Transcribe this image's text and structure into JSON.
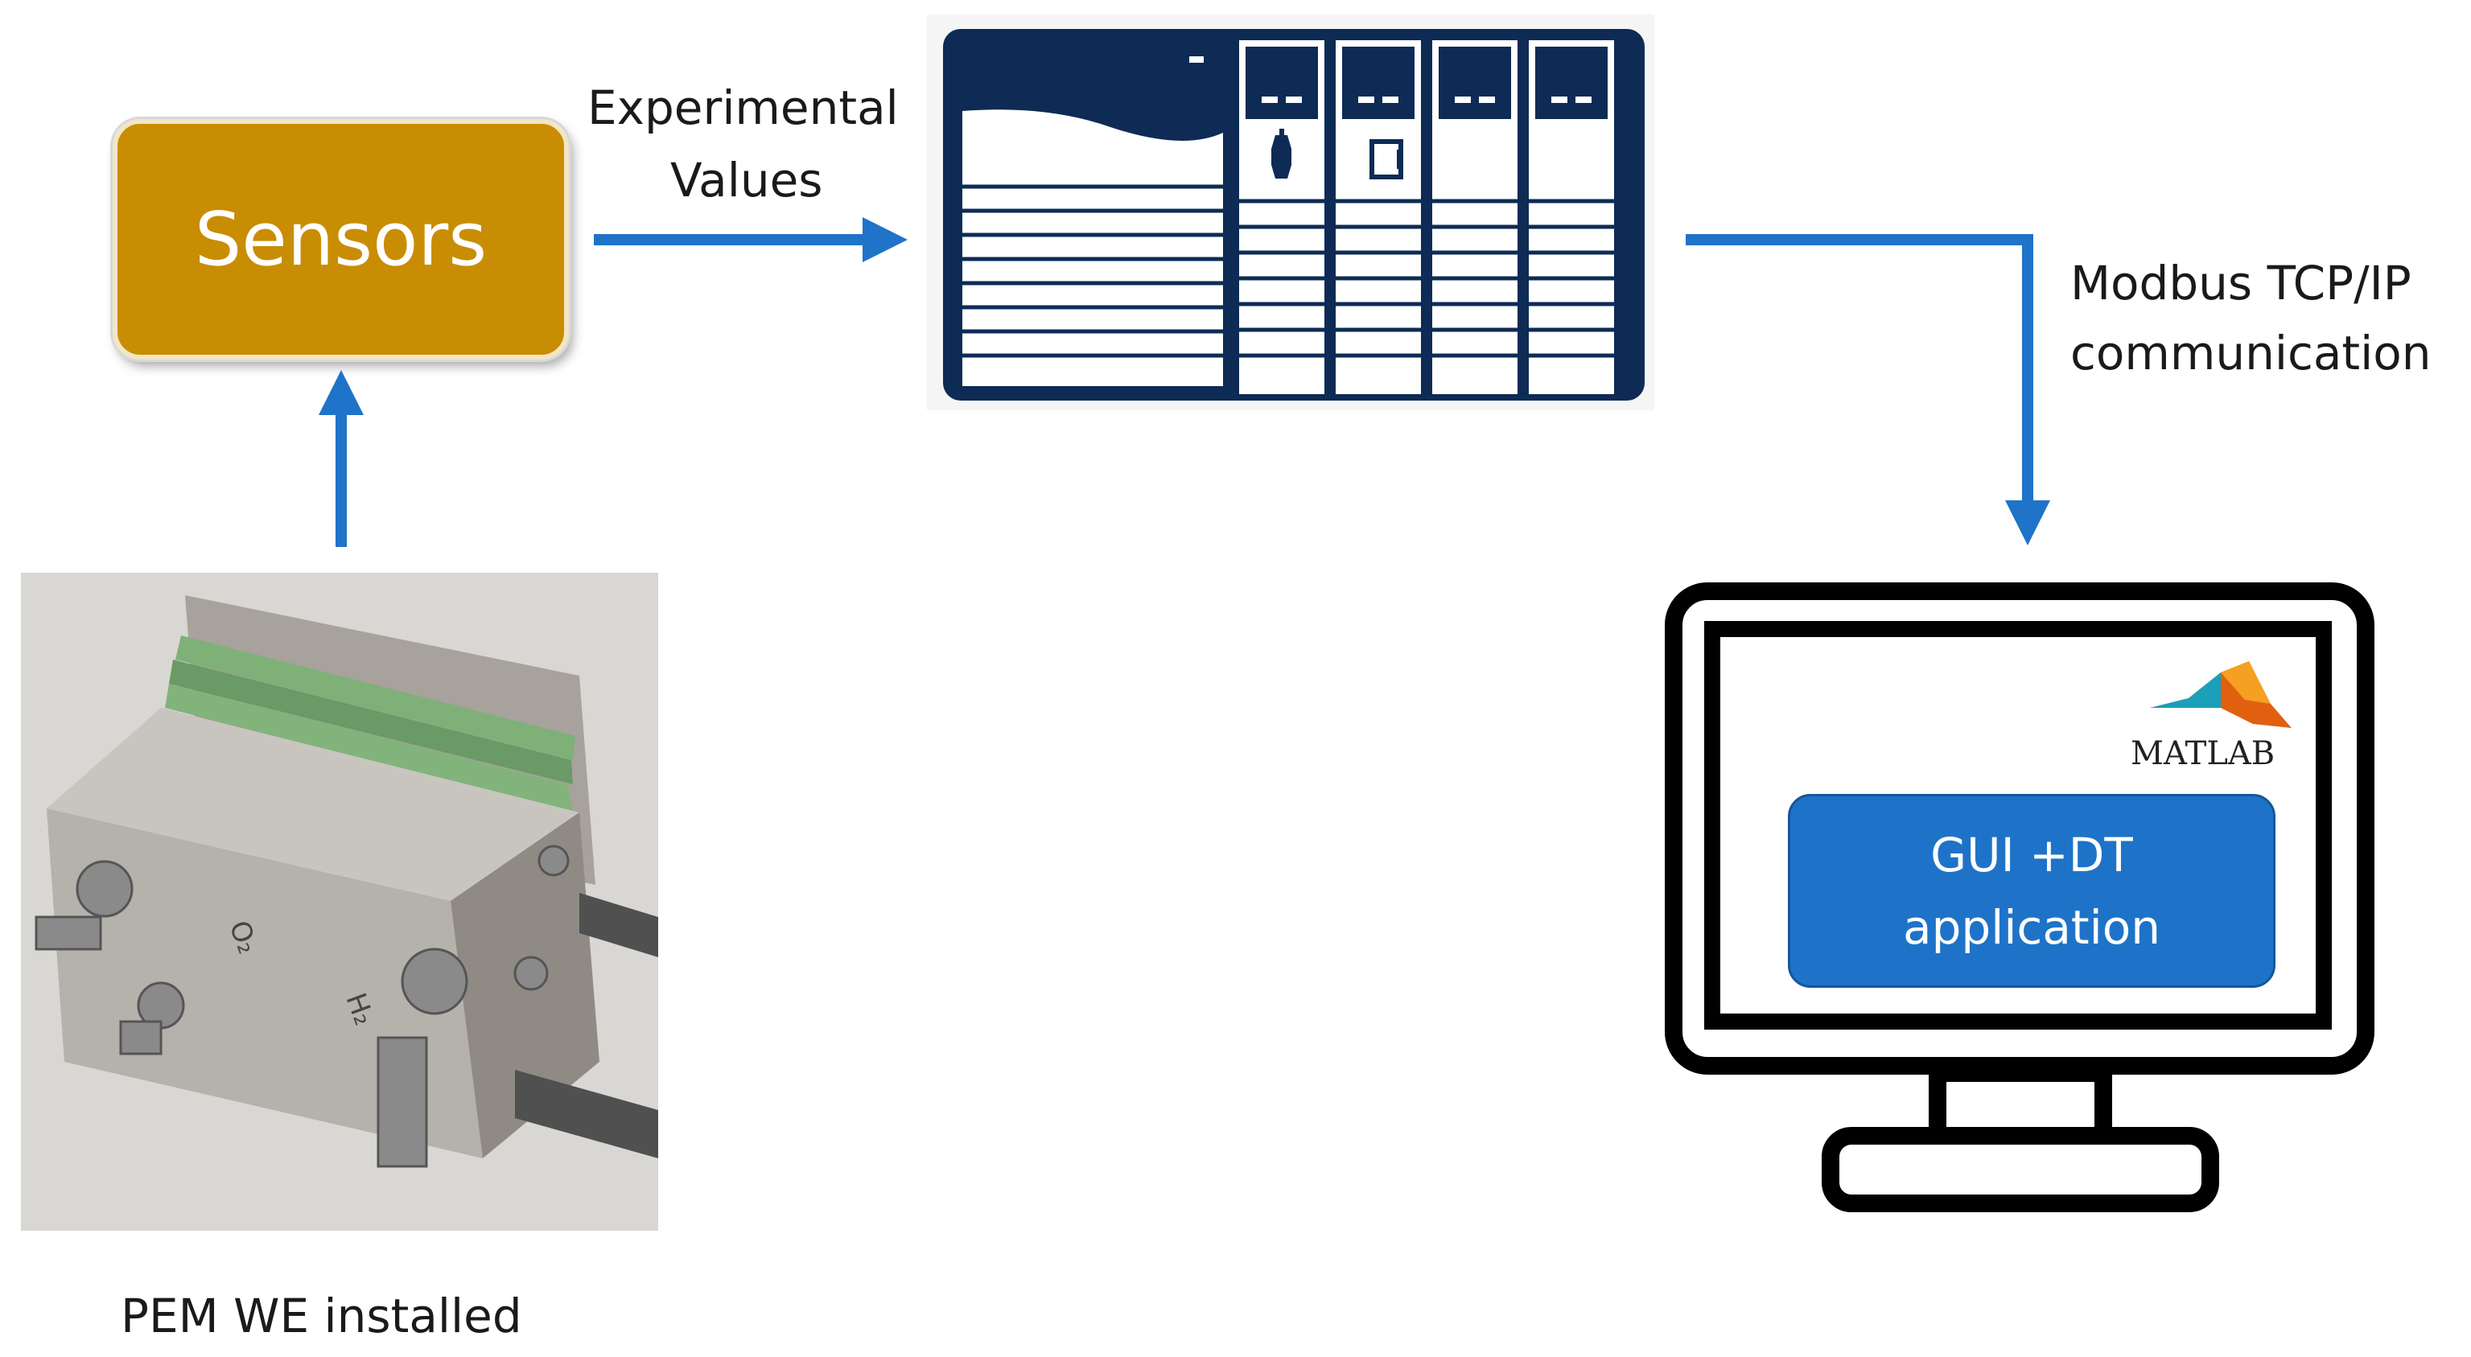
{
  "sensors": {
    "label": "Sensors"
  },
  "arrow_labels": {
    "experimental_line1": "Experimental",
    "experimental_line2": "Values",
    "modbus_line1": "Modbus TCP/IP",
    "modbus_line2": "communication"
  },
  "plc": {
    "module_marks": [
      "--",
      "--",
      "--",
      "--"
    ],
    "small_mark": "-"
  },
  "computer": {
    "matlab_logo_text": "MATLAB",
    "gui_line1": "GUI +DT",
    "gui_line2": "application"
  },
  "photo": {
    "caption": "PEM WE installed",
    "plate_labels": [
      "O₂",
      "H₂"
    ]
  },
  "colors": {
    "arrow": "#1f73c8",
    "sensors_fill": "#c98d04",
    "plc_navy": "#0d2b55",
    "gui_fill": "#1e73c8",
    "monitor_stroke": "#000000"
  }
}
